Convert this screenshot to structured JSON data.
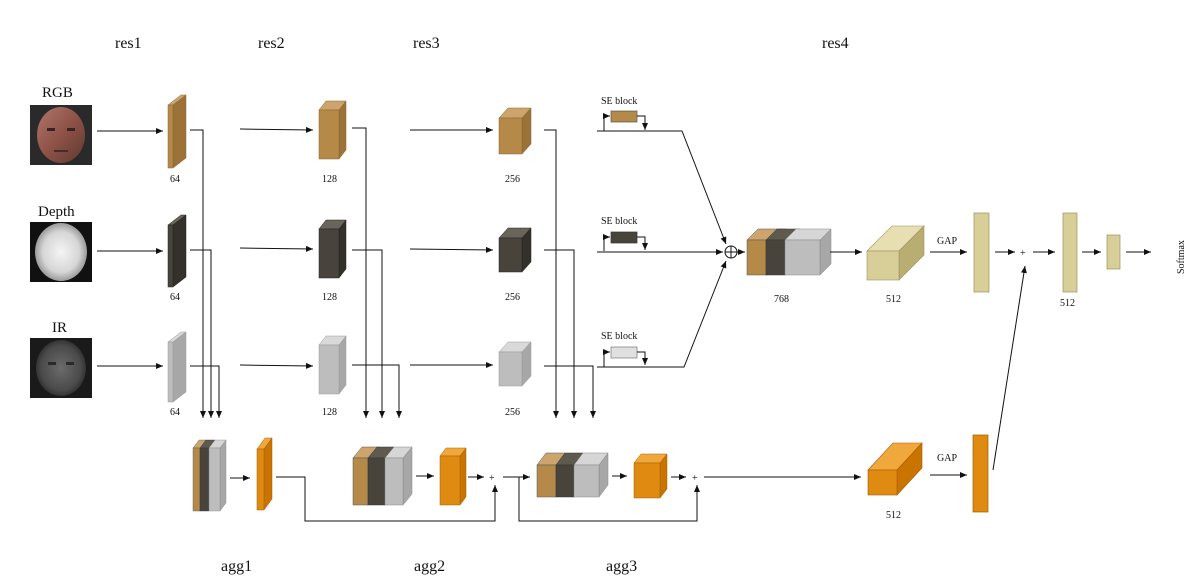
{
  "stage_labels": {
    "res1": "res1",
    "res2": "res2",
    "res3": "res3",
    "res4": "res4"
  },
  "agg_labels": {
    "agg1": "agg1",
    "agg2": "agg2",
    "agg3": "agg3"
  },
  "modalities": [
    {
      "name": "RGB",
      "image": "rgb-face"
    },
    {
      "name": "Depth",
      "image": "depth-face"
    },
    {
      "name": "IR",
      "image": "ir-face"
    }
  ],
  "channels": {
    "res1": "64",
    "res2": "128",
    "res3": "256",
    "concat_res4": "768",
    "res4_out": "512",
    "agg_out": "512",
    "final_fc": "512"
  },
  "se_block_label": "SE block",
  "gap_label": "GAP",
  "plus_symbol": "+",
  "oplus_symbol": "⊕",
  "softmax_label": "Softmax",
  "colors": {
    "rgb": "#b58a48",
    "depth": "#48443c",
    "ir": "#bdbdbd",
    "agg": "#df8a10",
    "fusion": "#d8cf98"
  }
}
